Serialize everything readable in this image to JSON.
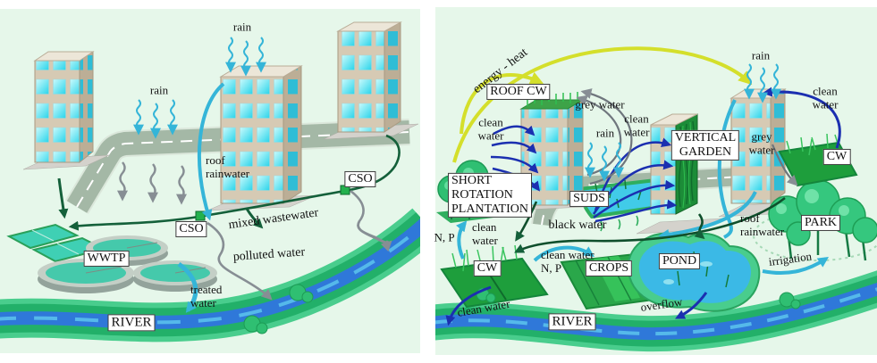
{
  "left": {
    "rain_top": "rain",
    "rain_road": "rain",
    "roof_rainwater": "roof\nrainwater",
    "cso_a": "CSO",
    "cso_b": "CSO",
    "mixed_wastewater": "mixed wastewater",
    "wwtp": "WWTP",
    "polluted_water": "polluted water",
    "treated_water": "treated\nwater",
    "river": "RIVER"
  },
  "right": {
    "energy_heat": "energy - heat",
    "roof_cw": "ROOF CW",
    "clean_water_roof_cw": "clean\nwater",
    "grey_water_roof_cw": "grey water",
    "rain_suds": "rain",
    "clean_water_vertical": "clean\nwater",
    "vertical_garden": "VERTICAL\nGARDEN",
    "rain_right": "rain",
    "clean_water_right": "clean water",
    "grey_water_right": "grey\nwater",
    "cw_right": "CW",
    "short_rotation_plantation": "SHORT\nROTATION\nPLANTATION",
    "suds": "SUDS",
    "black_water": "black water",
    "n_p": "N, P",
    "clean_water_srp": "clean\nwater",
    "cw_left": "CW",
    "clean_water_crops": "clean water\nN, P",
    "crops": "CROPS",
    "pond": "POND",
    "roof_rainwater": "roof\nrainwater",
    "irrigation": "irrigation",
    "park": "PARK",
    "overflow": "overflow",
    "clean_water_river": "clean water",
    "river": "RIVER"
  },
  "colors": {
    "panel_bg": "#e6f7ea",
    "road": "#a4b8a6",
    "tank_water": "#45c9ab",
    "river_green": "#2fbf7a",
    "river_blue": "#2f78d9",
    "arrow_cyan": "#35b5d8",
    "arrow_grey": "#878e94",
    "arrow_navy": "#1b2fb0",
    "arrow_yellow": "#d4df2b",
    "pipe_green": "#14603a",
    "cso_square": "#23b14d",
    "label_border": "#3c3c3c"
  }
}
